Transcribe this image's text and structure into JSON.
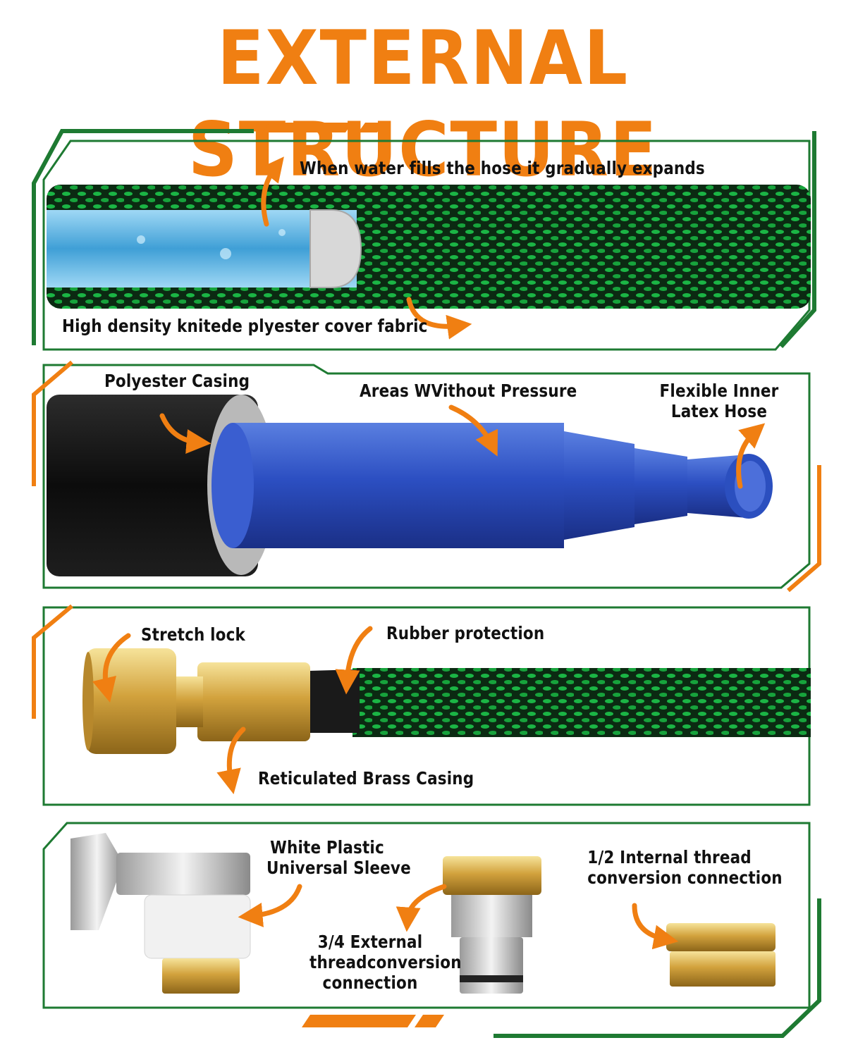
{
  "title": "EXTERNAL STRUCTURE",
  "colors": {
    "accent": "#f07f12",
    "frame": "#1e7a32",
    "hose_green": "#17a33c",
    "inner_blue": "#2f55c9",
    "brass": "#d9b24a"
  },
  "panels": [
    {
      "labels": {
        "expands": "When water fills the hose it gradually expands",
        "cover": "High density knitede plyester cover fabric"
      }
    },
    {
      "labels": {
        "casing": "Polyester Casing",
        "no_pressure": "Areas WVithout Pressure",
        "inner_line1": "Flexible Inner",
        "inner_line2": "Latex Hose"
      }
    },
    {
      "labels": {
        "stretch_lock": "Stretch lock",
        "rubber": "Rubber protection",
        "brass_casing": "Reticulated Brass Casing"
      }
    },
    {
      "labels": {
        "sleeve_line1": "White Plastic",
        "sleeve_line2": "Universal Sleeve",
        "external_line1": "3/4 External",
        "external_line2": "threadconversion",
        "external_line3": "connection",
        "internal_line1": "1/2 Internal thread",
        "internal_line2": "conversion connection"
      }
    }
  ]
}
